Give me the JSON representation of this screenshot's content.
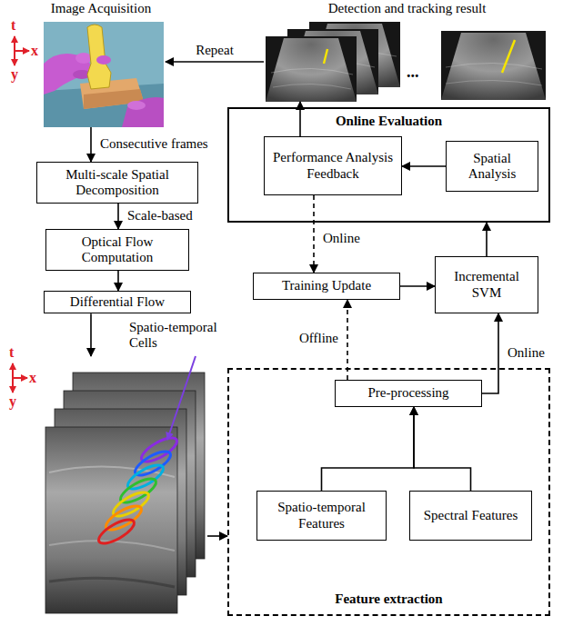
{
  "diagram": {
    "nodes": [
      {
        "text": [
          "Image Acquisition"
        ]
      },
      {
        "text": [
          "Detection and tracking result"
        ]
      },
      {
        "text": [
          "Online Evaluation"
        ]
      },
      {
        "text": [
          "Performance Analysis Feedback"
        ],
        "in": 2
      },
      {
        "text": [
          "Spatial Analysis"
        ],
        "in": 2
      },
      {
        "text": [
          "Multi-scale Spatial Decomposition"
        ]
      },
      {
        "text": [
          "Training Update"
        ]
      },
      {
        "text": [
          "Incremental SVM"
        ]
      },
      {
        "text": [
          "Optical Flow Computation"
        ]
      },
      {
        "text": [
          "Differential Flow"
        ]
      },
      {
        "text": [
          "Spatio-temporal Cells"
        ]
      },
      {
        "text": [
          "Feature extraction"
        ]
      },
      {
        "text": [
          "Pre-processing"
        ],
        "in": 11
      },
      {
        "text": [
          "Spatio-temporal Features"
        ],
        "in": 11
      },
      {
        "text": [
          "Spectral Features"
        ],
        "in": 11
      }
    ],
    "edges": [
      {
        "from": 1,
        "to": 0,
        "label": "Repeat",
        "arrow": "to"
      },
      {
        "from": 0,
        "to": 5,
        "label": "Consecutive frames",
        "arrow": "to"
      },
      {
        "from": 5,
        "to": 8,
        "label": "Scale-based",
        "arrow": "to"
      },
      {
        "from": 8,
        "to": 9,
        "arrow": "to"
      },
      {
        "from": 9,
        "to": 10,
        "arrow": "to"
      },
      {
        "from": 10,
        "to": 11,
        "arrow": "to"
      },
      {
        "from": 12,
        "to": 6,
        "label": "Offline",
        "arrow": "to"
      },
      {
        "from": 12,
        "to": 7,
        "label": "Online",
        "arrow": "to"
      },
      {
        "from": 6,
        "to": 7,
        "arrow": "to"
      },
      {
        "from": 7,
        "to": 2,
        "arrow": "to"
      },
      {
        "from": 4,
        "to": 3,
        "arrow": "to"
      },
      {
        "from": 3,
        "to": 6,
        "label": "Online",
        "arrow": "to"
      },
      {
        "from": 3,
        "to": 1,
        "arrow": "to"
      },
      {
        "from": 13,
        "to": 12,
        "arrow": "to"
      },
      {
        "from": 14,
        "to": 12,
        "arrow": "to"
      }
    ],
    "labels": [
      "t",
      "x",
      "y",
      "...",
      "t",
      "x",
      "y"
    ]
  }
}
